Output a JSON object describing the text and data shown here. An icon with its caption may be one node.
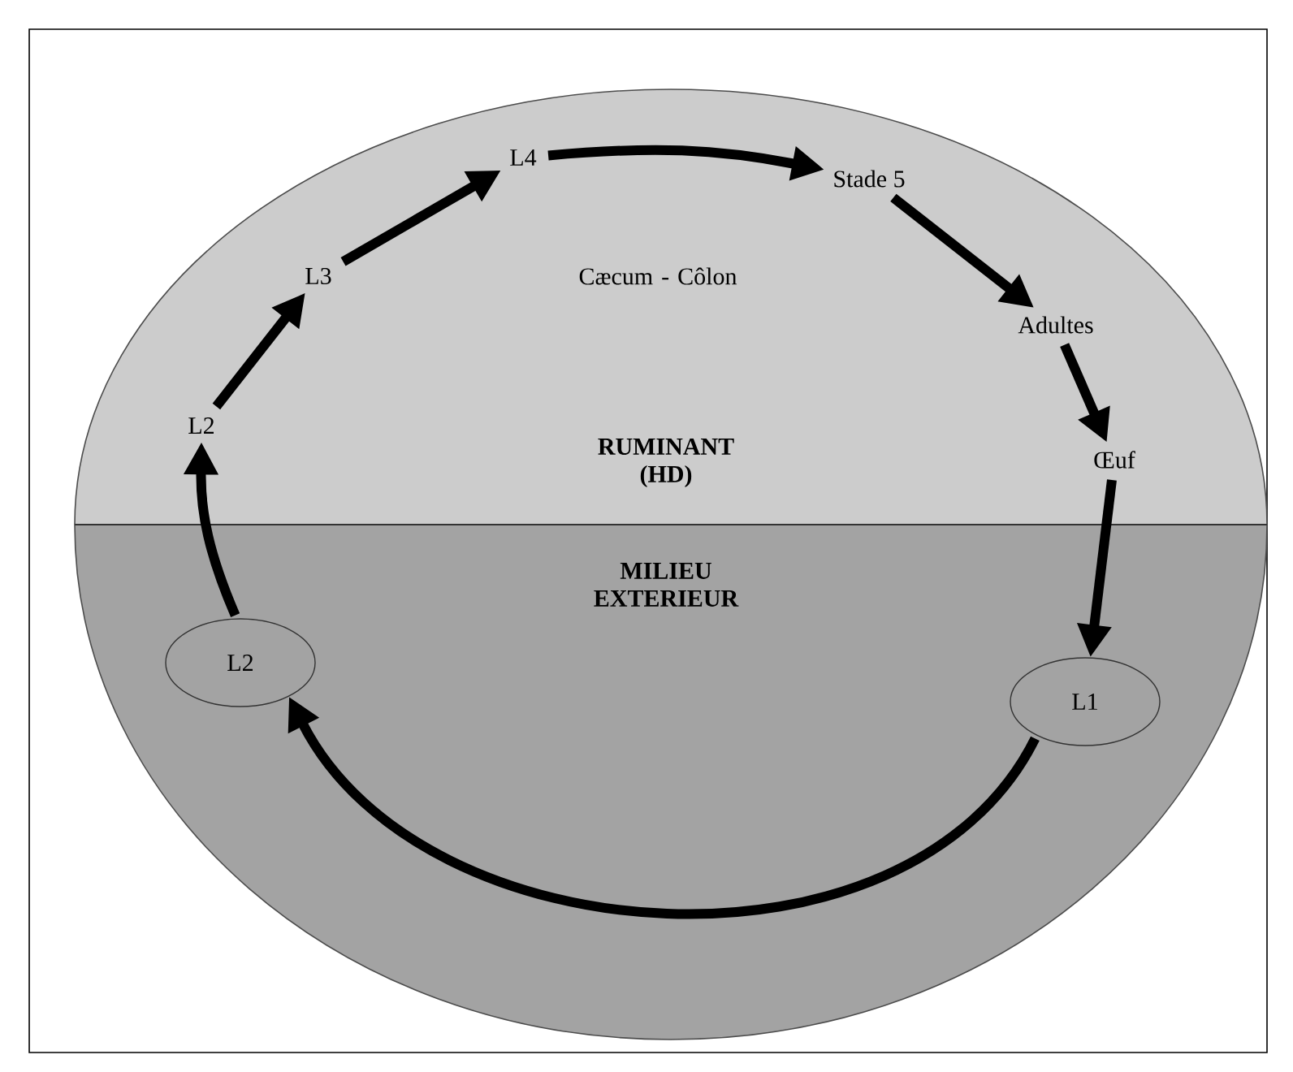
{
  "diagram": {
    "nodes": [
      {
        "text": [
          "Cæcum - Côlon",
          "RUMINANT (HD)"
        ]
      },
      {
        "text": [
          "L4"
        ],
        "in": 0
      },
      {
        "text": [
          "Stade 5"
        ],
        "in": 0
      },
      {
        "text": [
          "L3"
        ],
        "in": 0
      },
      {
        "text": [
          "Adultes"
        ],
        "in": 0
      },
      {
        "text": [
          "L2"
        ],
        "in": 0
      },
      {
        "text": [
          "Œuf"
        ],
        "in": 0
      },
      {
        "text": [
          "MILIEU EXTERIEUR"
        ]
      },
      {
        "text": [
          "L2"
        ],
        "in": 7
      },
      {
        "text": [
          "L1"
        ],
        "in": 7
      }
    ],
    "edges": [
      {
        "from": 5,
        "to": 3,
        "arrow": "to"
      },
      {
        "from": 3,
        "to": 1,
        "arrow": "to"
      },
      {
        "from": 1,
        "to": 2,
        "arrow": "to"
      },
      {
        "from": 2,
        "to": 4,
        "arrow": "to"
      },
      {
        "from": 4,
        "to": 6,
        "arrow": "to"
      },
      {
        "from": 6,
        "to": 9,
        "arrow": "to"
      },
      {
        "from": 9,
        "to": 8,
        "arrow": "to"
      },
      {
        "from": 8,
        "to": 5,
        "arrow": "to"
      }
    ]
  }
}
